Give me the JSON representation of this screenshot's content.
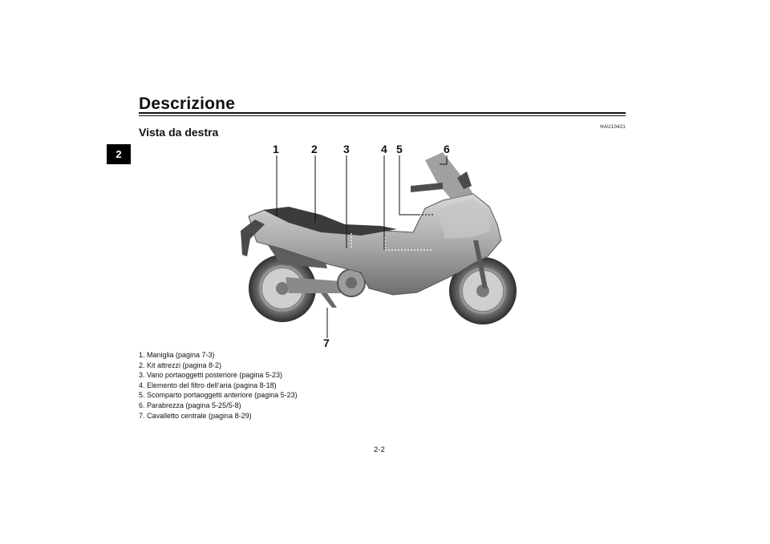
{
  "header": {
    "title": "Descrizione"
  },
  "chapter_tab": "2",
  "section": {
    "title": "Vista da destra",
    "code": "HAU10421"
  },
  "callouts": {
    "c1": "1",
    "c2": "2",
    "c3": "3",
    "c4": "4",
    "c5": "5",
    "c6": "6",
    "c7": "7"
  },
  "legend": [
    "1. Maniglia (pagina 7-3)",
    "2. Kit attrezzi (pagina 8-2)",
    "3. Vano portaoggetti posteriore (pagina 5-23)",
    "4. Elemento del filtro dell’aria (pagina 8-18)",
    "5. Scomparto portaoggetti anteriore (pagina 5-23)",
    "6. Parabrezza (pagina 5-25/5-8)",
    "7. Cavalletto centrale (pagina 8-29)"
  ],
  "footer": {
    "page_number": "2-2"
  }
}
